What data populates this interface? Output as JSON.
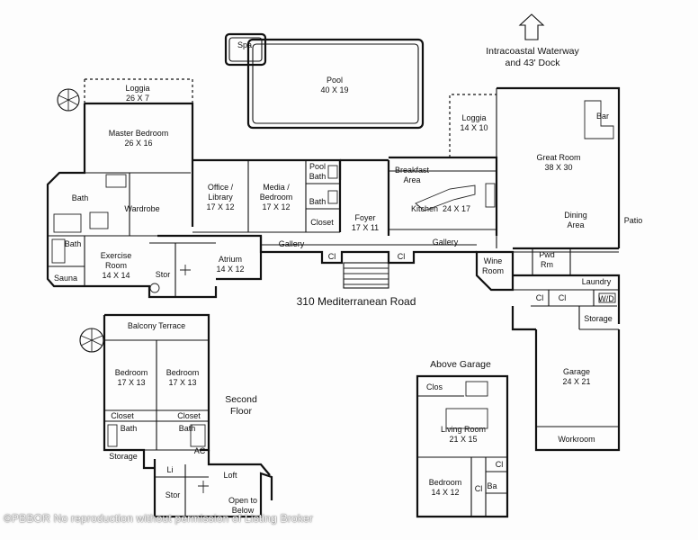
{
  "waterway": {
    "line1": "Intracoastal Waterway",
    "line2": "and 43' Dock"
  },
  "address": "310 Mediterranean Road",
  "watermark": "©PBBOR No reproduction without permission of Listing Broker",
  "rooms": {
    "spa": "Spa",
    "pool": {
      "name": "Pool",
      "dim": "40 X 19"
    },
    "loggia_west": {
      "name": "Loggia",
      "dim": "26 X 7"
    },
    "master_bedroom": {
      "name": "Master Bedroom",
      "dim": "26 X 16"
    },
    "loggia_east": {
      "name": "Loggia",
      "dim": "14 X 10"
    },
    "bar": "Bar",
    "great_room": {
      "name": "Great Room",
      "dim": "38 X 30"
    },
    "bath_master": "Bath",
    "wardrobe": "Wardrobe",
    "office": {
      "line1": "Office /",
      "line2": "Library",
      "dim": "17 X 12"
    },
    "media": {
      "line1": "Media /",
      "line2": "Bedroom",
      "dim": "17 X 12"
    },
    "pool_bath": {
      "line1": "Pool",
      "line2": "Bath"
    },
    "bath_small": "Bath",
    "closet": "Closet",
    "foyer": {
      "name": "Foyer",
      "dim": "17 X 11"
    },
    "breakfast": {
      "line1": "Breakfast",
      "line2": "Area"
    },
    "kitchen": {
      "name": "Kitchen",
      "dim": "24 X 17"
    },
    "dining": {
      "line1": "Dining",
      "line2": "Area"
    },
    "patio": "Patio",
    "bath_exercise": "Bath",
    "exercise": {
      "line1": "Exercise",
      "line2": "Room",
      "dim": "14 X 14"
    },
    "gallery_west": "Gallery",
    "gallery_east": "Gallery",
    "stor_main": "Stor",
    "atrium": {
      "name": "Atrium",
      "dim": "14 X 12"
    },
    "sauna": "Sauna",
    "cl_1": "Cl",
    "cl_2": "Cl",
    "wine": {
      "line1": "Wine",
      "line2": "Room"
    },
    "pwd": {
      "line1": "Pwd",
      "line2": "Rm"
    },
    "laundry": "Laundry",
    "cl_3": "Cl",
    "cl_4": "Cl",
    "wd": "W/D",
    "storage_garage": "Storage",
    "garage": {
      "name": "Garage",
      "dim": "24 X 21"
    },
    "workroom": "Workroom"
  },
  "second_floor": {
    "title_line1": "Second",
    "title_line2": "Floor",
    "balcony": "Balcony Terrace",
    "bedroom_left": {
      "name": "Bedroom",
      "dim": "17 X 13"
    },
    "bedroom_right": {
      "name": "Bedroom",
      "dim": "17 X 13"
    },
    "closet_left": "Closet",
    "closet_right": "Closet",
    "bath_left": "Bath",
    "bath_right": "Bath",
    "storage": "Storage",
    "ac": "AC",
    "li": "Li",
    "loft": "Loft",
    "stor": "Stor",
    "open_below": {
      "line1": "Open to",
      "line2": "Below"
    }
  },
  "above_garage": {
    "title": "Above Garage",
    "clos": "Clos",
    "living": {
      "name": "Living Room",
      "dim": "21 X 15"
    },
    "bedroom": {
      "name": "Bedroom",
      "dim": "14 X 12"
    },
    "cl_a": "Cl",
    "cl_b": "Cl",
    "ba": "Ba"
  }
}
